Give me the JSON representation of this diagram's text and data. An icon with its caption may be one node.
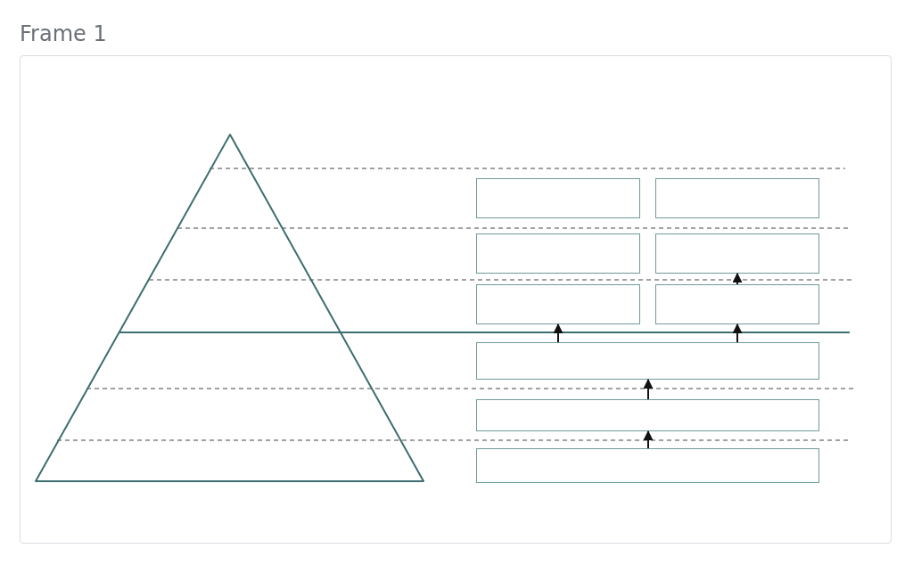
{
  "diagram": {
    "title": "Frame 1",
    "nodes": [
      {
        "text": [],
        "shape": "box"
      },
      {
        "text": [],
        "shape": "box"
      },
      {
        "text": [],
        "shape": "box"
      },
      {
        "text": [],
        "shape": "box"
      },
      {
        "text": [],
        "shape": "box"
      },
      {
        "text": [],
        "shape": "box"
      },
      {
        "text": [],
        "shape": "box"
      },
      {
        "text": [],
        "shape": "box"
      },
      {
        "text": [],
        "shape": "box"
      }
    ],
    "edges": [
      {
        "from": 8,
        "to": 7,
        "arrow": "to"
      },
      {
        "from": 7,
        "to": 6,
        "arrow": "to"
      },
      {
        "from": 6,
        "to": 4,
        "arrow": "to"
      },
      {
        "from": 6,
        "to": 5,
        "arrow": "to"
      },
      {
        "from": 5,
        "to": 3,
        "arrow": "to"
      }
    ]
  }
}
